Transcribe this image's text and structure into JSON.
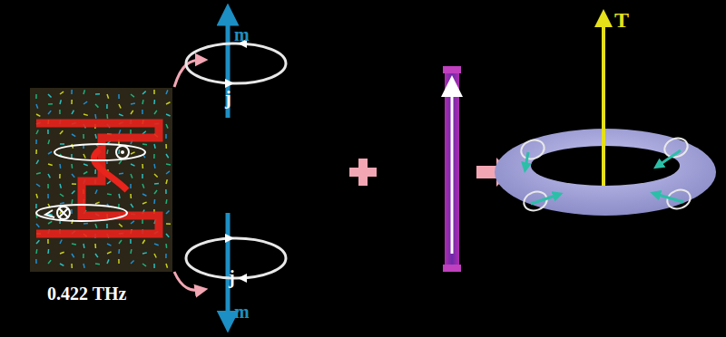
{
  "diagram": {
    "labels": [
      "m",
      "j",
      "0.422 THz",
      "j",
      "m",
      "T"
    ]
  }
}
